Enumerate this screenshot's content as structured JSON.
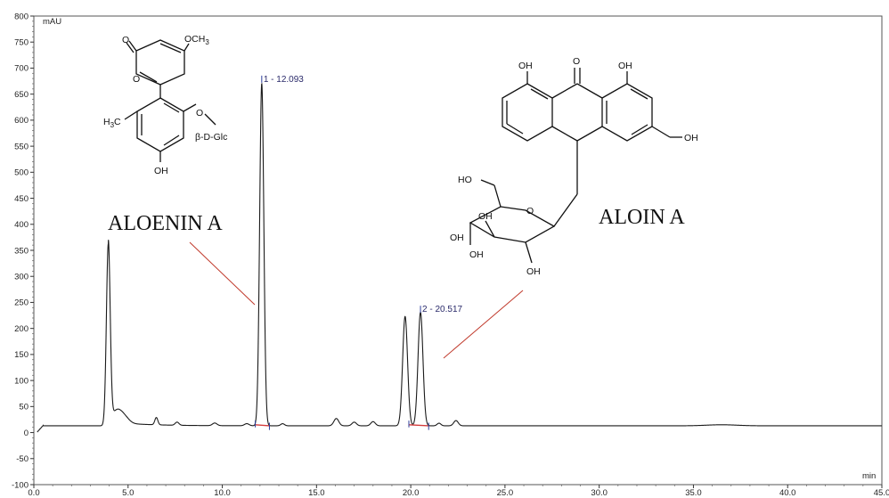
{
  "chart_data": {
    "type": "line",
    "title": "",
    "y_unit": "mAU",
    "x_unit": "min",
    "xlim": [
      0,
      45
    ],
    "ylim": [
      -100,
      800
    ],
    "x_ticks": [
      "0.0",
      "5.0",
      "10.0",
      "15.0",
      "20.0",
      "25.0",
      "30.0",
      "35.0",
      "40.0",
      "45.0"
    ],
    "y_ticks": [
      "-100",
      "-50",
      "0",
      "50",
      "100",
      "150",
      "200",
      "250",
      "300",
      "350",
      "400",
      "450",
      "500",
      "550",
      "600",
      "650",
      "700",
      "750",
      "800"
    ],
    "baseline": 13,
    "peaks": [
      {
        "t": 3.95,
        "h": 345,
        "w": 0.1
      },
      {
        "t": 4.4,
        "h": 22,
        "w": 0.25
      },
      {
        "t": 4.8,
        "h": 12,
        "w": 0.25
      },
      {
        "t": 6.5,
        "h": 14,
        "w": 0.08
      },
      {
        "t": 7.6,
        "h": 6,
        "w": 0.1
      },
      {
        "t": 9.6,
        "h": 5,
        "w": 0.12
      },
      {
        "t": 11.3,
        "h": 4,
        "w": 0.12
      },
      {
        "t": 12.093,
        "h": 657,
        "w": 0.11
      },
      {
        "t": 13.2,
        "h": 4,
        "w": 0.1
      },
      {
        "t": 16.05,
        "h": 14,
        "w": 0.13
      },
      {
        "t": 17.0,
        "h": 7,
        "w": 0.12
      },
      {
        "t": 18.0,
        "h": 8,
        "w": 0.12
      },
      {
        "t": 19.7,
        "h": 210,
        "w": 0.13
      },
      {
        "t": 20.517,
        "h": 218,
        "w": 0.13
      },
      {
        "t": 21.5,
        "h": 5,
        "w": 0.1
      },
      {
        "t": 22.4,
        "h": 10,
        "w": 0.12
      },
      {
        "t": 36.5,
        "h": 2,
        "w": 0.8
      }
    ],
    "peak_labels": [
      {
        "text": "1 - 12.093",
        "t": 12.093,
        "y": 677
      },
      {
        "text": "2 - 20.517",
        "t": 20.517,
        "y": 235
      }
    ],
    "annotations": [
      "ALOENIN A",
      "ALOIN A"
    ]
  },
  "structure_text": {
    "s1": {
      "och3": "OCH",
      "och3_sub": "3",
      "o_carbonyl": "O",
      "o_ring": "O",
      "h3c": "H",
      "h3c_sub": "3",
      "h3c_c": "C",
      "ether_o": "O",
      "glc": "β-D-Glc",
      "oh": "OH"
    },
    "s2": {
      "oh1": "OH",
      "o": "O",
      "oh2": "OH",
      "oh3": "OH",
      "ho1": "HO",
      "o_ring": "O",
      "oh4": "OH",
      "oh5": "OH",
      "oh6": "OH",
      "oh7": "OH"
    }
  }
}
